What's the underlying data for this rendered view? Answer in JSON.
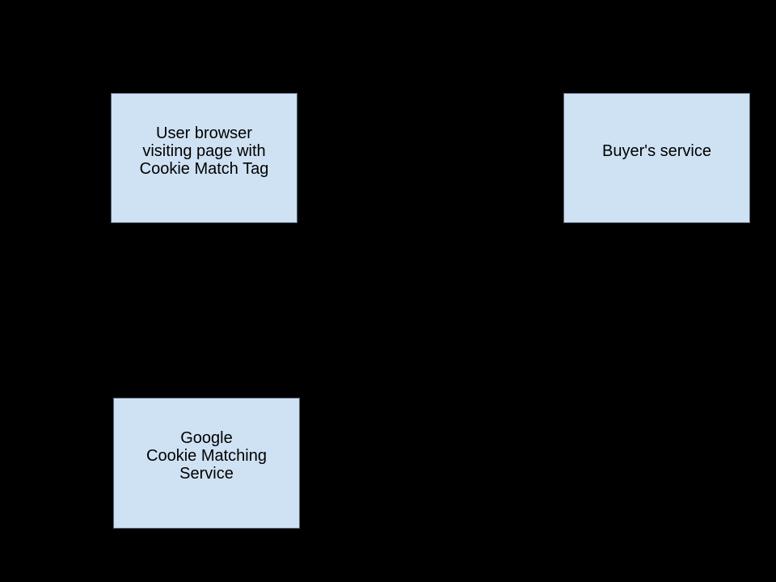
{
  "diagram": {
    "type": "flow-diagram",
    "background_color": "#000000",
    "node_fill_color": "#cfe2f3",
    "node_border_color": "#5a6b7c",
    "node_text_color": "#000000"
  },
  "nodes": {
    "user_browser": {
      "label": "User browser\nvisiting page with\nCookie Match Tag"
    },
    "buyers_service": {
      "label": "Buyer's service"
    },
    "google_cookie_matching": {
      "label": "Google\nCookie Matching\nService"
    }
  }
}
